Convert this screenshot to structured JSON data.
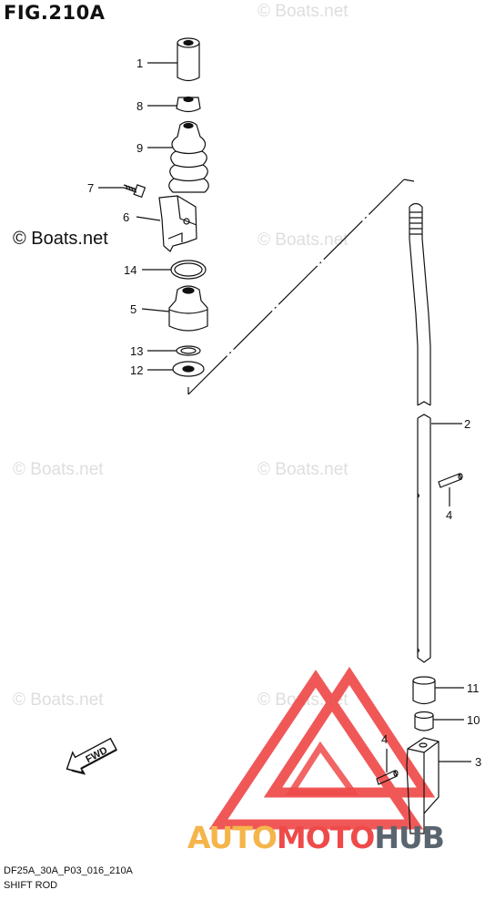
{
  "figure": {
    "title": "FIG.210A",
    "code": "DF25A_30A_P03_016_210A",
    "name": "SHIFT ROD"
  },
  "watermark": {
    "text": "© Boats.net"
  },
  "callouts": {
    "c1": "1",
    "c8": "8",
    "c9": "9",
    "c7": "7",
    "c6": "6",
    "c14": "14",
    "c5": "5",
    "c13": "13",
    "c12": "12",
    "c2": "2",
    "c4a": "4",
    "c11": "11",
    "c10": "10",
    "c4b": "4",
    "c3": "3"
  },
  "fwd_label": "FWD",
  "brand": {
    "part1": "AUTO",
    "part2": "MOTO",
    "part3": "HUB"
  },
  "colors": {
    "line": "#111111",
    "watermark": "#dedede",
    "logo_red": "#ef4a4a",
    "logo_yellow": "#f5b54a",
    "logo_gray": "#5a6570"
  }
}
